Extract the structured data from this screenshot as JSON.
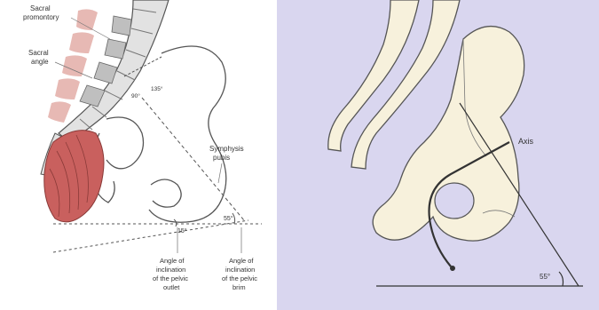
{
  "left_figure": {
    "labels": {
      "sacral_promontory_1": "Sacral",
      "sacral_promontory_2": "promontory",
      "sacral_angle_1": "Sacral",
      "sacral_angle_2": "angle",
      "angle_90": "90°",
      "angle_135": "135°",
      "symphysis_1": "Symphysis",
      "symphysis_2": "pubis",
      "angle_15": "15°",
      "angle_55": "55°",
      "outlet_1": "Angle of",
      "outlet_2": "inclination",
      "outlet_3": "of the pelvic",
      "outlet_4": "outlet",
      "brim_1": "Angle of",
      "brim_2": "inclination",
      "brim_3": "of the pelvic",
      "brim_4": "brim"
    },
    "colors": {
      "vertebra": "#d0d0d0",
      "skin_pink": "#e7b9b4",
      "muscle": "#c9605e",
      "line": "#555555"
    }
  },
  "right_figure": {
    "labels": {
      "axis": "Axis",
      "angle_55": "55°"
    },
    "colors": {
      "background": "#d9d6ef",
      "bone": "#f7f1dc",
      "line": "#333333"
    }
  }
}
